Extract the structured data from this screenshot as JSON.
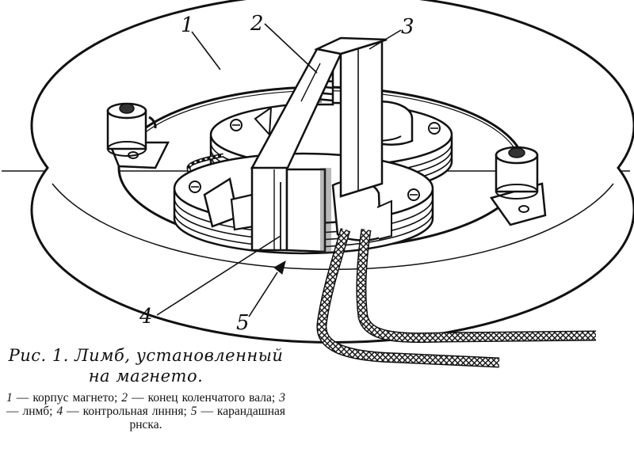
{
  "figure": {
    "callouts": [
      "1",
      "2",
      "3",
      "4",
      "5"
    ]
  },
  "caption": {
    "title": "Рис. 1. Лимб, установленный на магнето.",
    "legend": [
      {
        "num": "1",
        "text": " — корпус магнето; "
      },
      {
        "num": "2",
        "text": " — конец коленчатого вала; "
      },
      {
        "num": "3",
        "text": " — лнмб; "
      },
      {
        "num": "4",
        "text": " — контрольная лнння; "
      },
      {
        "num": "5",
        "text": " — карандашная рнска."
      }
    ]
  }
}
